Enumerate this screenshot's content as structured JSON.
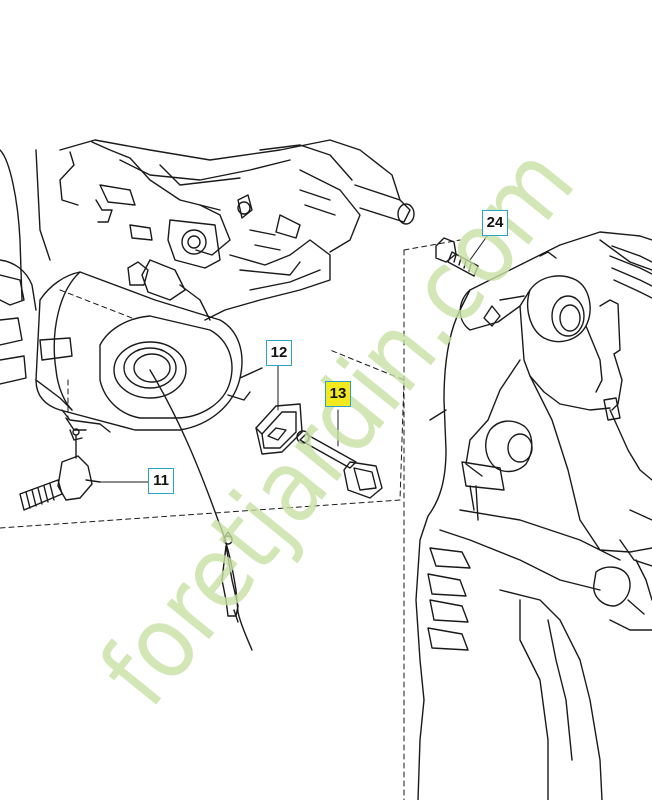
{
  "diagram": {
    "callouts": [
      {
        "id": "11",
        "label": "11",
        "highlighted": false
      },
      {
        "id": "12",
        "label": "12",
        "highlighted": false
      },
      {
        "id": "13",
        "label": "13",
        "highlighted": true
      },
      {
        "id": "24",
        "label": "24",
        "highlighted": false
      }
    ],
    "watermark": "foretjardin.com"
  },
  "colors": {
    "line": "#1a1a1a",
    "callout_border": "#2ba3c9",
    "highlight": "#f2ea1e",
    "watermark": "#c8e0a4"
  }
}
